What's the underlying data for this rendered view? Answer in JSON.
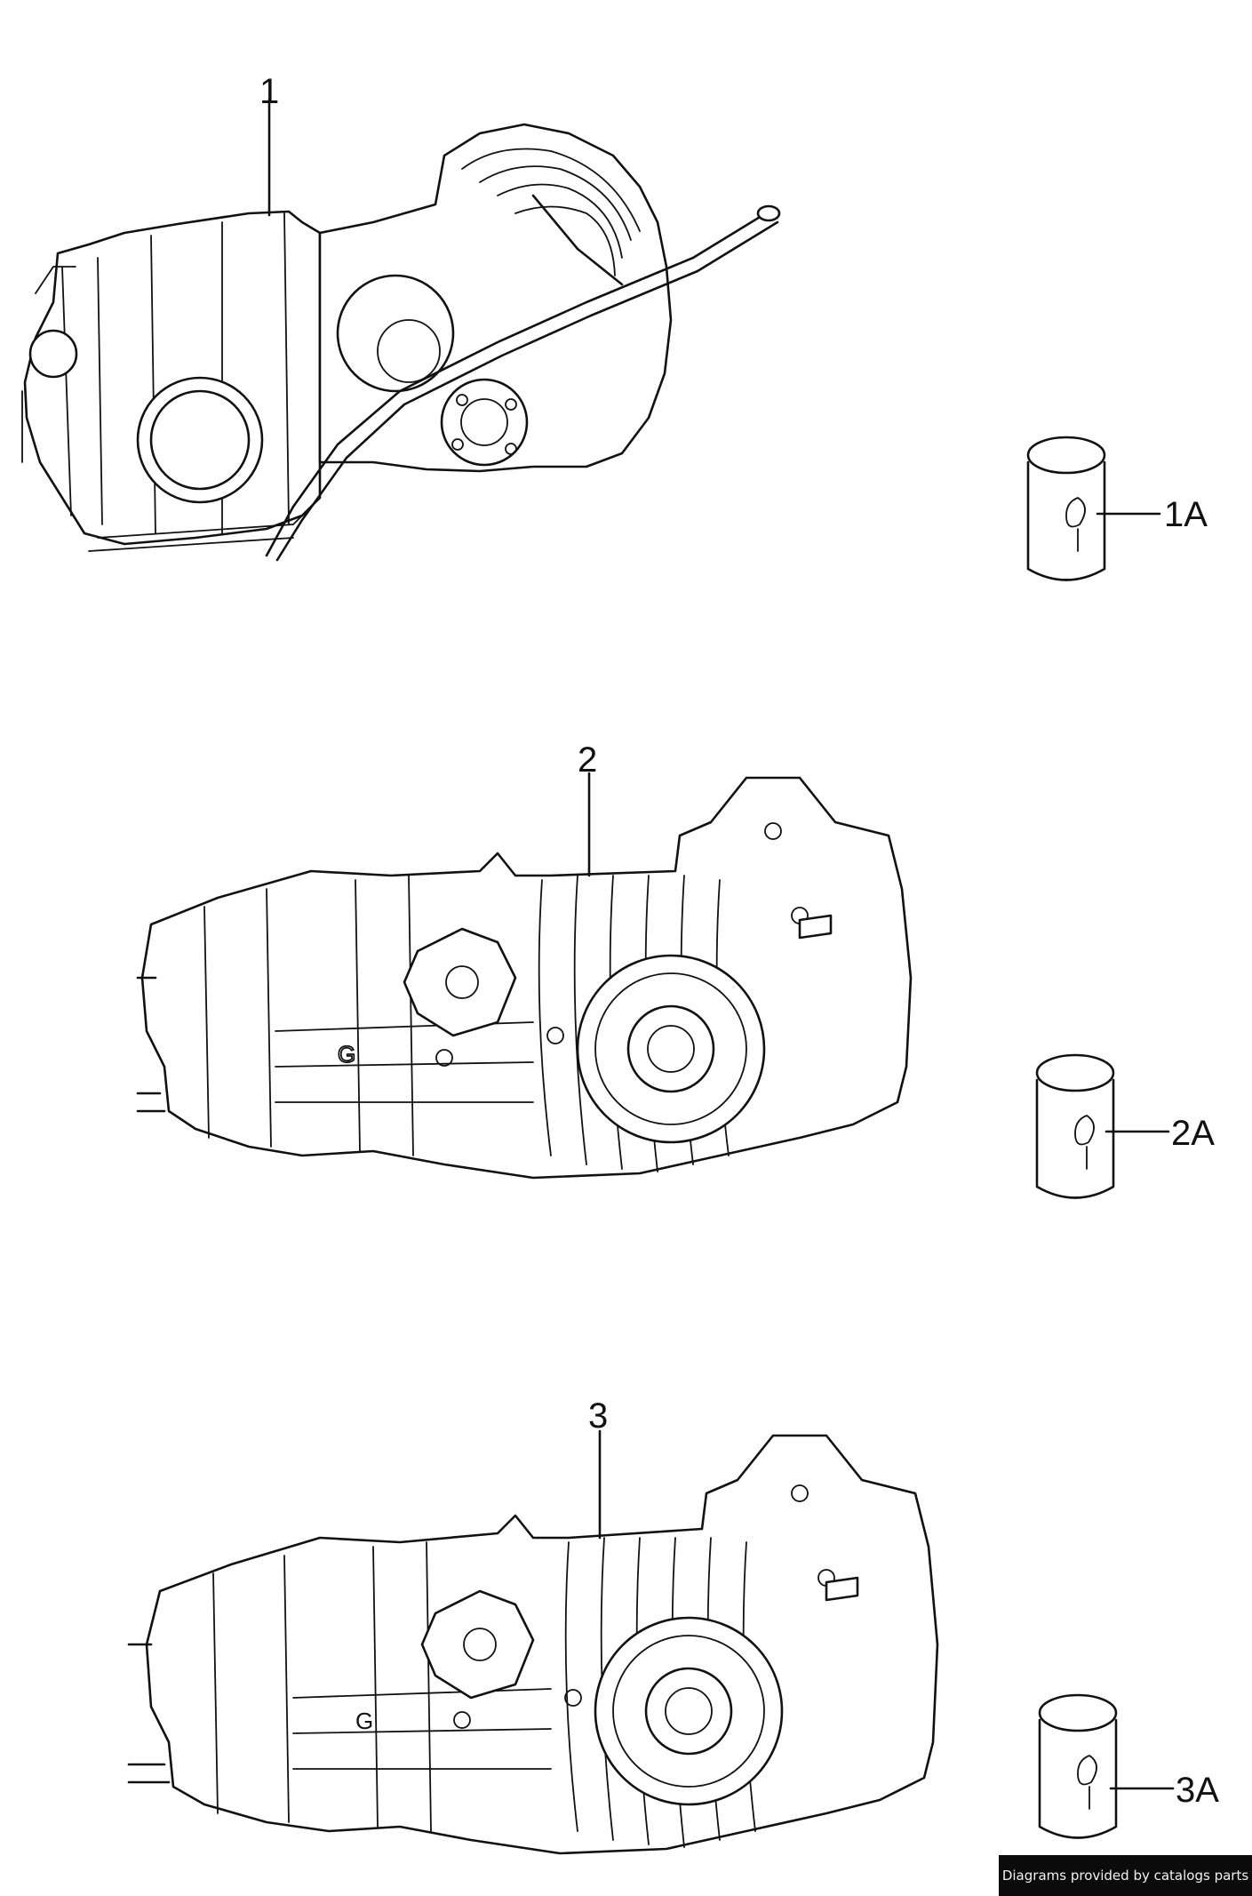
{
  "callouts": {
    "c1": "1",
    "c1a": "1A",
    "c2": "2",
    "c2a": "2A",
    "c3": "3",
    "c3a": "3A"
  },
  "footer": {
    "text": "Diagrams provided by catalogs parts"
  }
}
